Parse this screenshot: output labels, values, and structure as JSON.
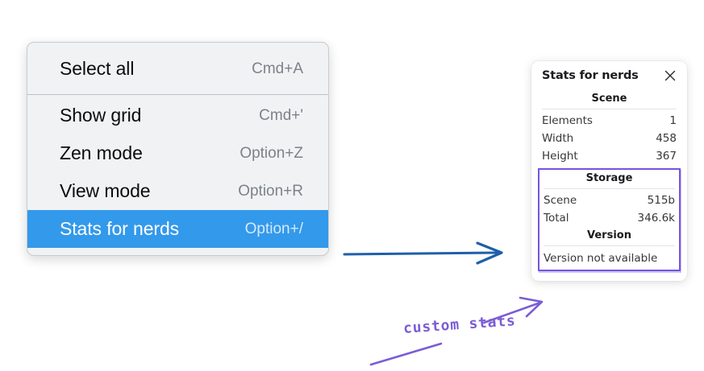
{
  "menu": {
    "sections": [
      {
        "items": [
          {
            "label": "Select all",
            "shortcut": "Cmd+A",
            "selected": false
          }
        ]
      },
      {
        "items": [
          {
            "label": "Show grid",
            "shortcut": "Cmd+'",
            "selected": false
          },
          {
            "label": "Zen mode",
            "shortcut": "Option+Z",
            "selected": false
          },
          {
            "label": "View mode",
            "shortcut": "Option+R",
            "selected": false
          },
          {
            "label": "Stats for nerds",
            "shortcut": "Option+/",
            "selected": true
          }
        ]
      }
    ],
    "selected_item": "Stats for nerds",
    "highlight_color": "#3399eb",
    "background_color": "#f1f2f4"
  },
  "stats_panel": {
    "title": "Stats for nerds",
    "close_icon": "close-icon",
    "sections": [
      {
        "heading": "Scene",
        "highlighted": false,
        "rows": [
          {
            "key": "Elements",
            "value": "1"
          },
          {
            "key": "Width",
            "value": "458"
          },
          {
            "key": "Height",
            "value": "367"
          }
        ]
      },
      {
        "heading": "Storage",
        "highlighted": true,
        "rows": [
          {
            "key": "Scene",
            "value": "515b"
          },
          {
            "key": "Total",
            "value": "346.6k"
          }
        ]
      },
      {
        "heading": "Version",
        "highlighted": true,
        "single_line": "Version not available"
      }
    ],
    "highlight_border_color": "#7454de"
  },
  "annotations": {
    "flow_arrow_color": "#1f5fa8",
    "callout_color": "#7b5cd6",
    "callout_text": "custom stats"
  }
}
